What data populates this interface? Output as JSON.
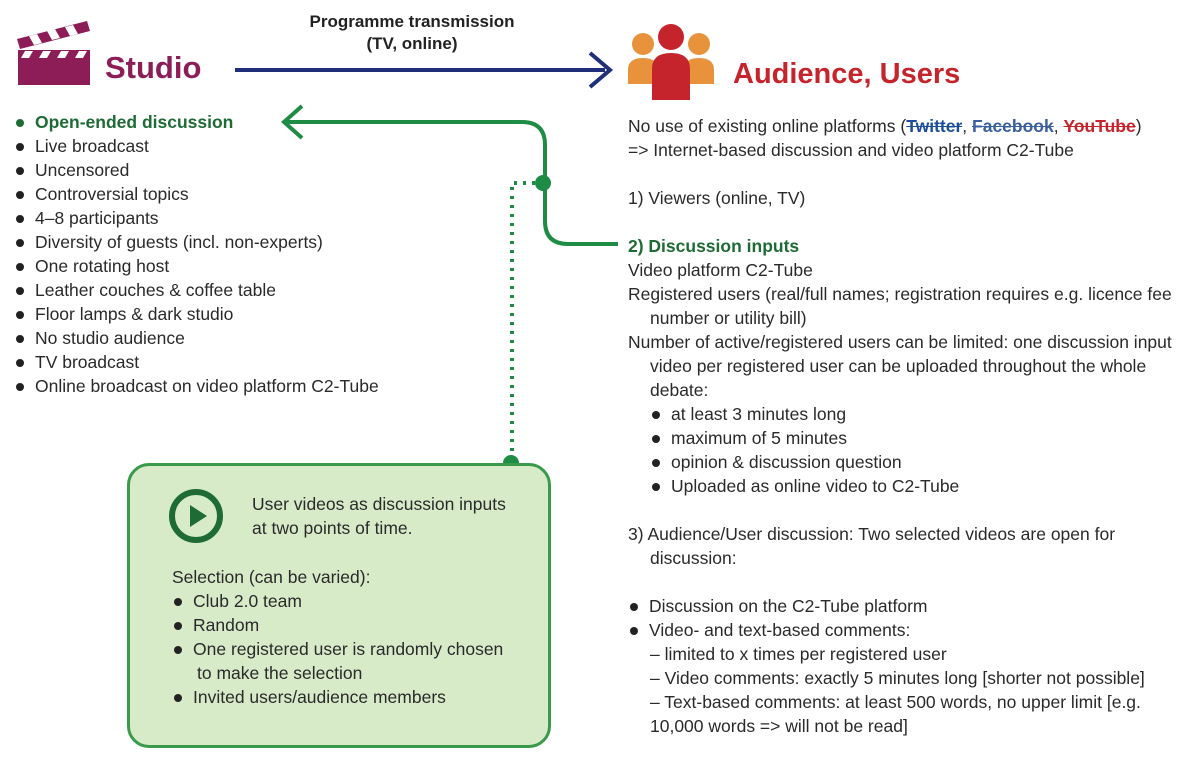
{
  "header": {
    "studio_title": "Studio",
    "audience_title": "Audience, Users",
    "transmission_line1": "Programme transmission",
    "transmission_line2": "(TV, online)"
  },
  "studio_list": [
    "Open-ended discussion",
    "Live broadcast",
    "Uncensored",
    "Controversial topics",
    "4–8 participants",
    "Diversity of guests (incl. non-experts)",
    "One rotating host",
    "Leather couches & coffee table",
    "Floor lamps & dark studio",
    "No studio audience",
    "TV broadcast",
    "Online broadcast on video platform C2-Tube"
  ],
  "audience": {
    "intro_prefix": "No use of existing online platforms (",
    "platforms": [
      "Twitter",
      "Facebook",
      "YouTube"
    ],
    "intro_suffix": ")",
    "intro_line2": "=> Internet-based discussion and video platform C2-Tube",
    "item1": "1)  Viewers (online, TV)",
    "item2_title": "2)  Discussion inputs",
    "item2_lines": [
      "Video platform C2-Tube",
      "Registered users (real/full names; registration requires e.g. licence fee",
      "number or utility bill)",
      "Number of active/registered users can be limited: one discussion input",
      "video per registered user can be uploaded throughout the whole",
      "debate:"
    ],
    "item2_bullets": [
      "at least 3 minutes long",
      "maximum of 5 minutes",
      "opinion & discussion question",
      "Uploaded as online video to C2-Tube"
    ],
    "item3_line1": "3)  Audience/User discussion: Two selected videos are open for",
    "item3_line2": "discussion:",
    "item3_bullets": [
      "Discussion on the C2-Tube platform",
      "Video- and text-based comments:"
    ],
    "item3_dash_lines": [
      "– limited to x times per registered user",
      "– Video comments: exactly 5 minutes long [shorter not possible]",
      "– Text-based comments: at least 500 words, no upper limit [e.g.",
      "10,000 words => will not be read]"
    ]
  },
  "video_box": {
    "heading_line1": "User videos as discussion inputs",
    "heading_line2": "at two points of time.",
    "selection_label": "Selection (can be varied):",
    "options": [
      "Club 2.0 team",
      "Random",
      "One registered user is randomly chosen",
      "Invited users/audience members"
    ],
    "option3_cont": "to make the selection"
  },
  "colors": {
    "studio": "#8c1d57",
    "audience": "#c6242c",
    "arrow_blue": "#1f2f7a",
    "green": "#1f6b36",
    "green_line": "#1e8c45",
    "box_fill": "#d8ebc9",
    "twitter": "#1d4e9c",
    "facebook": "#3a5f9c",
    "youtube": "#c6242c"
  },
  "icons": [
    "clapperboard-icon",
    "users-group-icon",
    "play-circle-icon"
  ]
}
